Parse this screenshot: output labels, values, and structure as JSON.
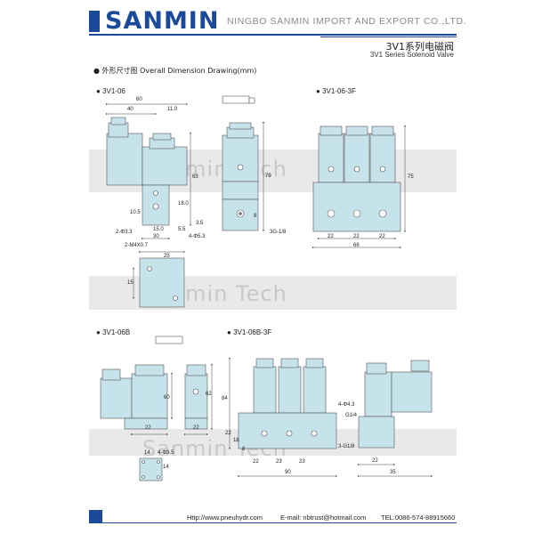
{
  "header": {
    "logo": "SANMIN",
    "company": "NINGBO SANMIN IMPORT AND EXPORT CO.,LTD.",
    "title_cn": "3V1系列电磁阀",
    "title_en": "3V1 Series Solenoid Valve"
  },
  "section_title": "外形尺寸图 Overall Dimension Drawing(mm)",
  "watermark": "Sanmin Tech",
  "models": {
    "m1": "3V1-06",
    "m2": "3V1-06-3F",
    "m3": "3V1-06B",
    "m4": "3V1-06B-3F"
  },
  "dims": {
    "d60": "60",
    "d40": "40",
    "d11": "11.0",
    "d63": "63",
    "d18": "18.0",
    "d105": "10.5",
    "d150": "15.0",
    "d55": "5.5",
    "d35": "3.5",
    "h2": "2-Φ3.3",
    "h4": "4-Φ5.3",
    "d30": "30",
    "h2m": "2-M4X0.7",
    "d25": "25",
    "d15": "15",
    "v79": "79",
    "v8": "8",
    "v3g": "3G-1/8",
    "v22a": "22",
    "v22b": "22",
    "v22c": "22",
    "v66": "66",
    "v75": "75",
    "b22": "22",
    "b60": "60",
    "b22b": "22",
    "b62": "62",
    "f84": "84",
    "f22": "22",
    "f16": "16",
    "f8": "8",
    "f4phi": "4-Φ4.3",
    "fg": "G1/4",
    "f3g": "3-G1/8",
    "f22a": "22",
    "f23a": "23",
    "f23b": "23",
    "f90": "90",
    "f22r": "22",
    "f35": "35",
    "s14": "14",
    "s4phi": "4-Φ3.5",
    "s14b": "14"
  },
  "footer": {
    "web": "Http://www.pneuhydr.com",
    "email": "E-mail: nbtrust@hotmail.com",
    "tel": "TEL:0086-574-88915660"
  },
  "colors": {
    "brand": "#1b4a9a",
    "valve_body": "#c6e3ec",
    "band": "#e9e9e9"
  }
}
